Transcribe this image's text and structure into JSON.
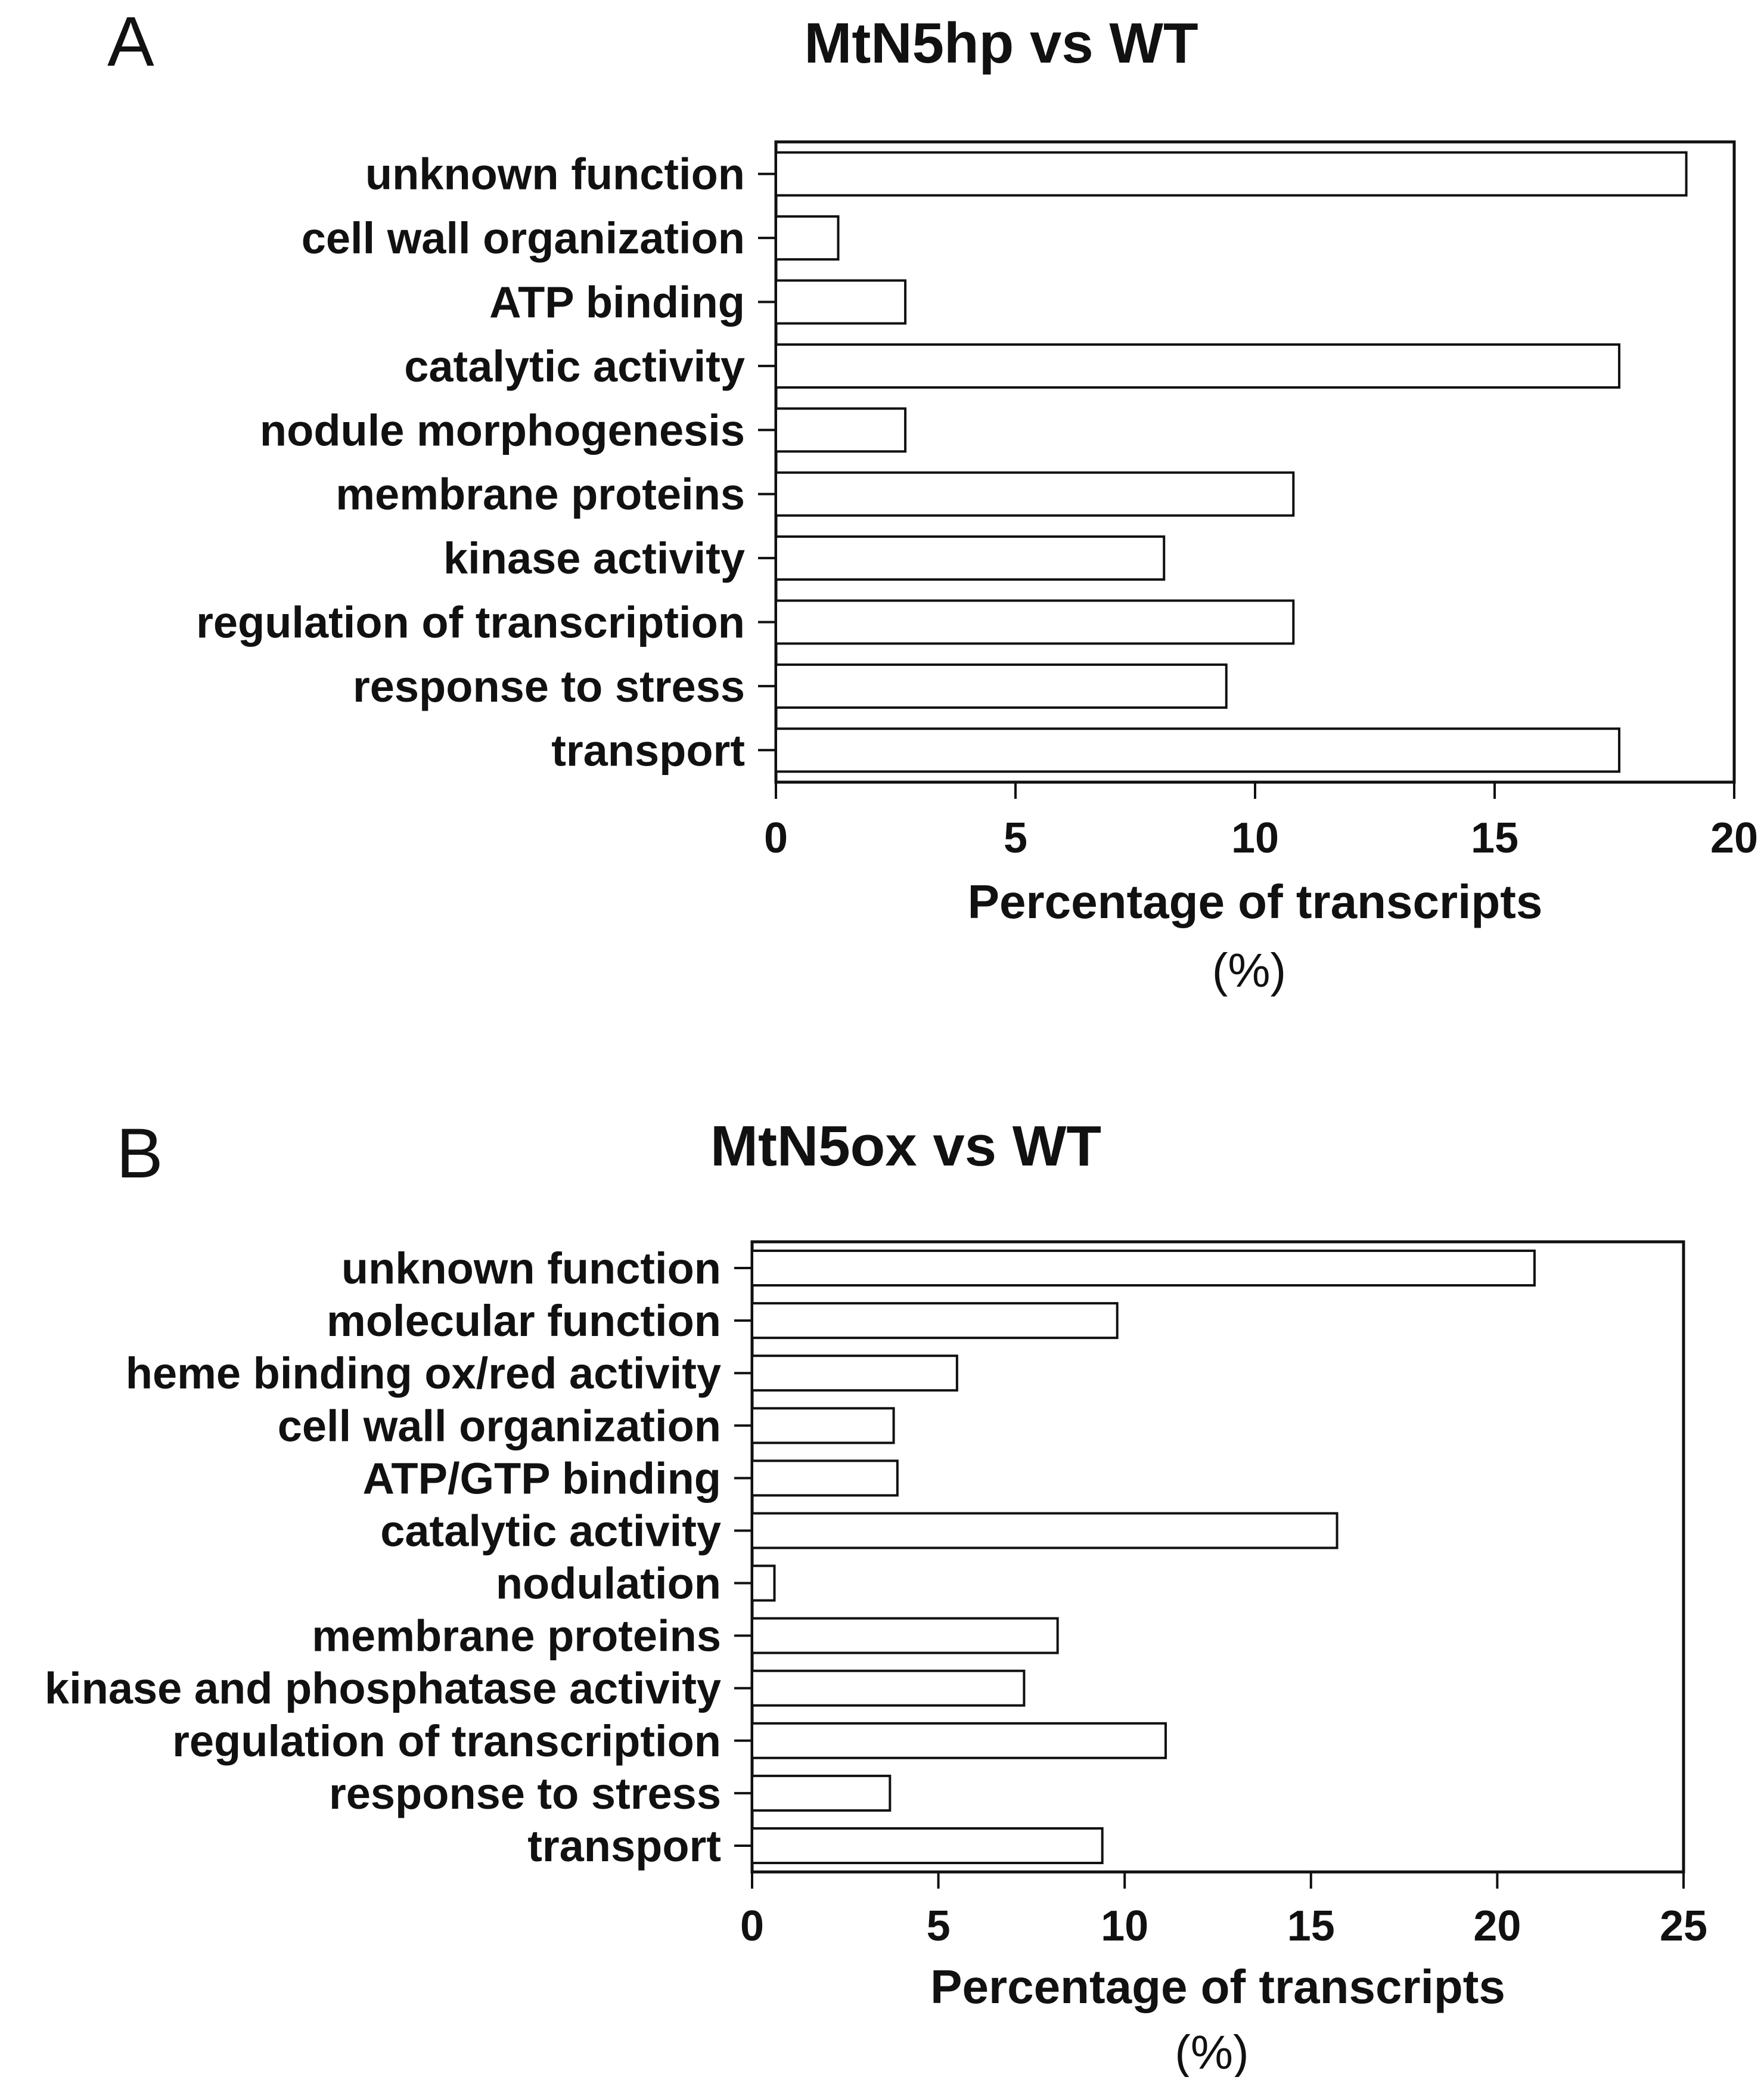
{
  "chart_data": [
    {
      "type": "bar",
      "orientation": "horizontal",
      "panel": "A",
      "title": "MtN5hp vs WT",
      "xlabel": "Percentage of transcripts",
      "xlabel_unit": "(%)",
      "xlim": [
        0,
        20
      ],
      "xticks": [
        "0",
        "5",
        "10",
        "15",
        "20"
      ],
      "categories": [
        "unknown function",
        "cell wall organization",
        "ATP binding",
        "catalytic activity",
        "nodule morphogenesis",
        "membrane proteins",
        "kinase activity",
        "regulation of transcription",
        "response to stress",
        "transport"
      ],
      "values": [
        19.0,
        1.3,
        2.7,
        17.6,
        2.7,
        10.8,
        8.1,
        10.8,
        9.4,
        17.6
      ],
      "grid": false,
      "bar_fill": "#ffffff",
      "bar_stroke": "#111111"
    },
    {
      "type": "bar",
      "orientation": "horizontal",
      "panel": "B",
      "title": "MtN5ox vs WT",
      "xlabel": "Percentage of transcripts",
      "xlabel_unit": "(%)",
      "xlim": [
        0,
        25
      ],
      "xticks": [
        "0",
        "5",
        "10",
        "15",
        "20",
        "25"
      ],
      "categories": [
        "unknown function",
        "molecular function",
        "heme binding ox/red activity",
        "cell wall organization",
        "ATP/GTP binding",
        "catalytic activity",
        "nodulation",
        "membrane proteins",
        "kinase and phosphatase activity",
        "regulation of transcription",
        "response to stress",
        "transport"
      ],
      "values": [
        21.0,
        9.8,
        5.5,
        3.8,
        3.9,
        15.7,
        0.6,
        8.2,
        7.3,
        11.1,
        3.7,
        9.4
      ],
      "grid": false,
      "bar_fill": "#ffffff",
      "bar_stroke": "#111111"
    }
  ]
}
